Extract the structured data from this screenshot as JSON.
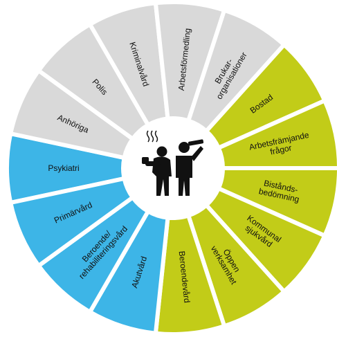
{
  "colors": {
    "blue": "#3DB5E7",
    "green": "#C2CC18",
    "gray": "#D9D9D9",
    "divider": "#FFFFFF",
    "center": "#FFFFFF",
    "figure": "#111111"
  },
  "center_icon": "two-people-drinking-icon",
  "segments": [
    {
      "id": "psykiatri",
      "lines": [
        "Psykiatri"
      ],
      "group": "blue"
    },
    {
      "id": "anhoriga",
      "lines": [
        "Anhöriga"
      ],
      "group": "gray"
    },
    {
      "id": "polis",
      "lines": [
        "Polis"
      ],
      "group": "gray"
    },
    {
      "id": "kriminalvard",
      "lines": [
        "Kriminalvård"
      ],
      "group": "gray"
    },
    {
      "id": "arbetsformedling",
      "lines": [
        "Arbetsförmedling"
      ],
      "group": "gray"
    },
    {
      "id": "brukarorganisationer",
      "lines": [
        "Brukar-",
        "organisationer"
      ],
      "group": "gray"
    },
    {
      "id": "bostad",
      "lines": [
        "Bostad"
      ],
      "group": "green"
    },
    {
      "id": "arbetsframjande",
      "lines": [
        "Arbetsfrämjande",
        "frågor"
      ],
      "group": "green"
    },
    {
      "id": "bistandsbedomning",
      "lines": [
        "Bistånds-",
        "bedömning"
      ],
      "group": "green"
    },
    {
      "id": "kommunal-sjukvard",
      "lines": [
        "Kommunal",
        "sjukvård"
      ],
      "group": "green"
    },
    {
      "id": "oppen-verksamhet",
      "lines": [
        "Öppen",
        "verksamhet"
      ],
      "group": "green"
    },
    {
      "id": "beroendevard",
      "lines": [
        "Beroendevård"
      ],
      "group": "green"
    },
    {
      "id": "akutvard",
      "lines": [
        "Akutvård"
      ],
      "group": "blue"
    },
    {
      "id": "beroende-rehab",
      "lines": [
        "Beroende/",
        "rehabiliteringsvård"
      ],
      "group": "blue"
    },
    {
      "id": "primarvard",
      "lines": [
        "Primärvård"
      ],
      "group": "blue"
    }
  ]
}
